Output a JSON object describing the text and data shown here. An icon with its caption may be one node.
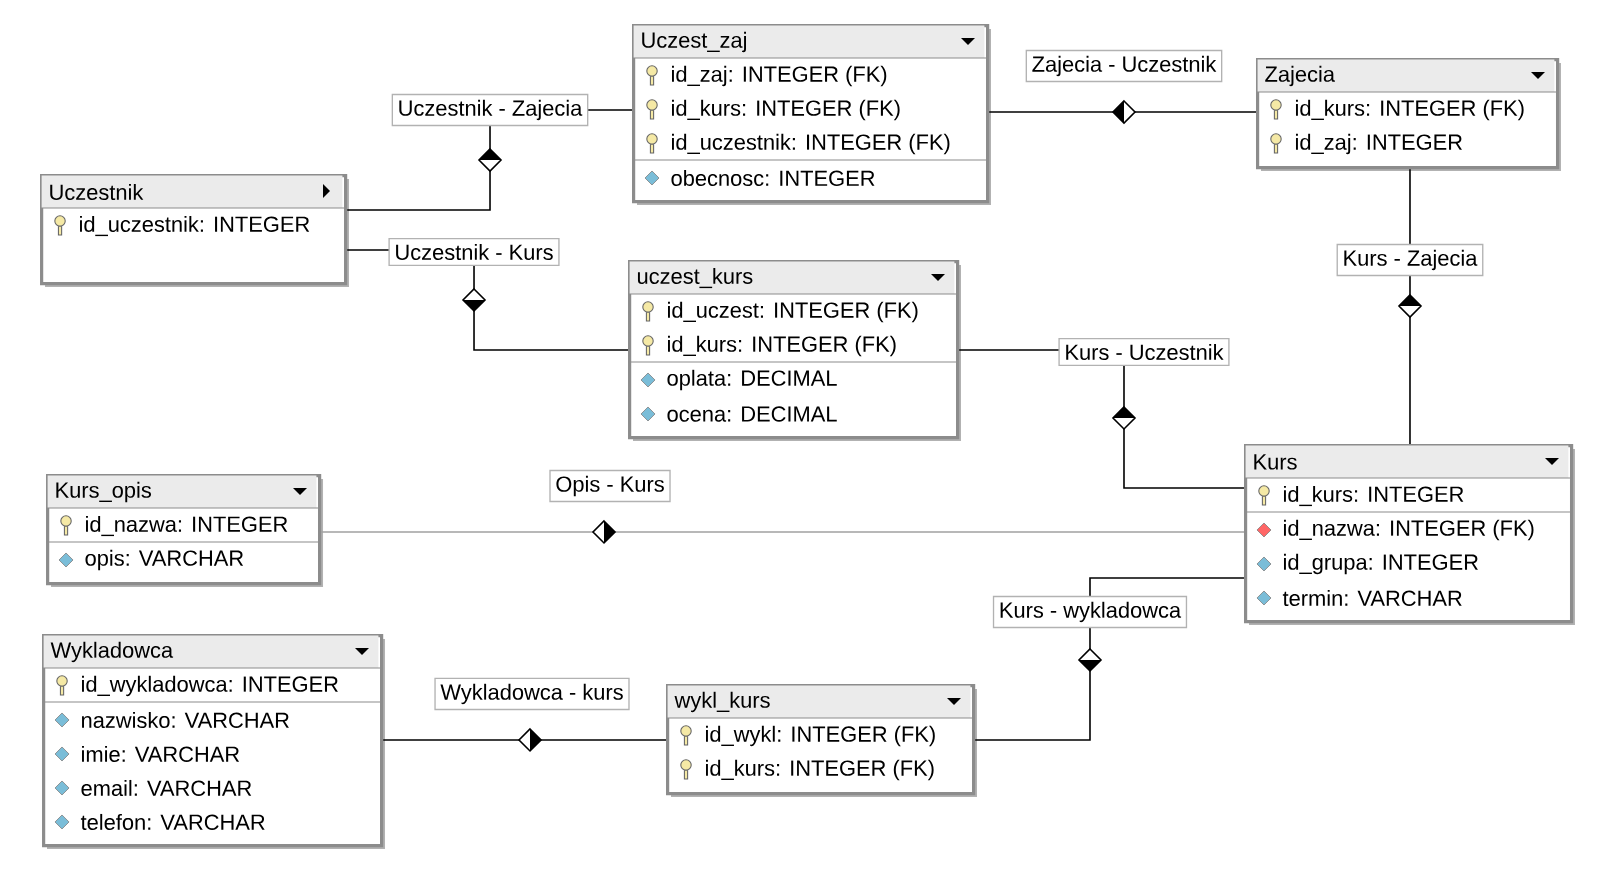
{
  "diagram": {
    "nodes": [
      {
        "text": [
          "Uczest_zaj",
          "id_zaj: INTEGER (FK)",
          "id_kurs: INTEGER (FK)",
          "id_uczestnik: INTEGER (FK)",
          "obecnosc: INTEGER"
        ]
      },
      {
        "text": [
          "Zajecia",
          "id_kurs: INTEGER (FK)",
          "id_zaj: INTEGER"
        ]
      },
      {
        "text": [
          "Uczestnik",
          "id_uczestnik: INTEGER"
        ]
      },
      {
        "text": [
          "uczest_kurs",
          "id_uczest: INTEGER (FK)",
          "id_kurs: INTEGER (FK)",
          "oplata: DECIMAL",
          "ocena: DECIMAL"
        ]
      },
      {
        "text": [
          "Kurs",
          "id_kurs: INTEGER",
          "id_nazwa: INTEGER (FK)",
          "id_grupa: INTEGER",
          "termin: VARCHAR"
        ]
      },
      {
        "text": [
          "Kurs_opis",
          "id_nazwa: INTEGER",
          "opis: VARCHAR"
        ]
      },
      {
        "text": [
          "Wykladowca",
          "id_wykladowca: INTEGER",
          "nazwisko: VARCHAR",
          "imie: VARCHAR",
          "email: VARCHAR",
          "telefon: VARCHAR"
        ]
      },
      {
        "text": [
          "wykl_kurs",
          "id_wykl: INTEGER (FK)",
          "id_kurs: INTEGER (FK)"
        ]
      }
    ],
    "edges": [
      {
        "from": 2,
        "to": 0,
        "arrow": "to",
        "label": "Uczestnik - Zajecia"
      },
      {
        "from": 0,
        "to": 1,
        "arrow": "to",
        "label": "Zajecia - Uczestnik"
      },
      {
        "from": 2,
        "to": 3,
        "arrow": "to",
        "label": "Uczestnik - Kurs"
      },
      {
        "from": 3,
        "to": 4,
        "arrow": "to",
        "label": "Kurs - Uczestnik"
      },
      {
        "from": 1,
        "to": 4,
        "arrow": "to",
        "label": "Kurs - Zajecia"
      },
      {
        "from": 5,
        "to": 4,
        "arrow": "to",
        "label": "Opis - Kurs",
        "color": "#a0a0a0"
      },
      {
        "from": 4,
        "to": 7,
        "arrow": "to",
        "label": "Kurs - wykladowca"
      },
      {
        "from": 6,
        "to": 7,
        "arrow": "to",
        "label": "Wykladowca - kurs"
      }
    ]
  }
}
